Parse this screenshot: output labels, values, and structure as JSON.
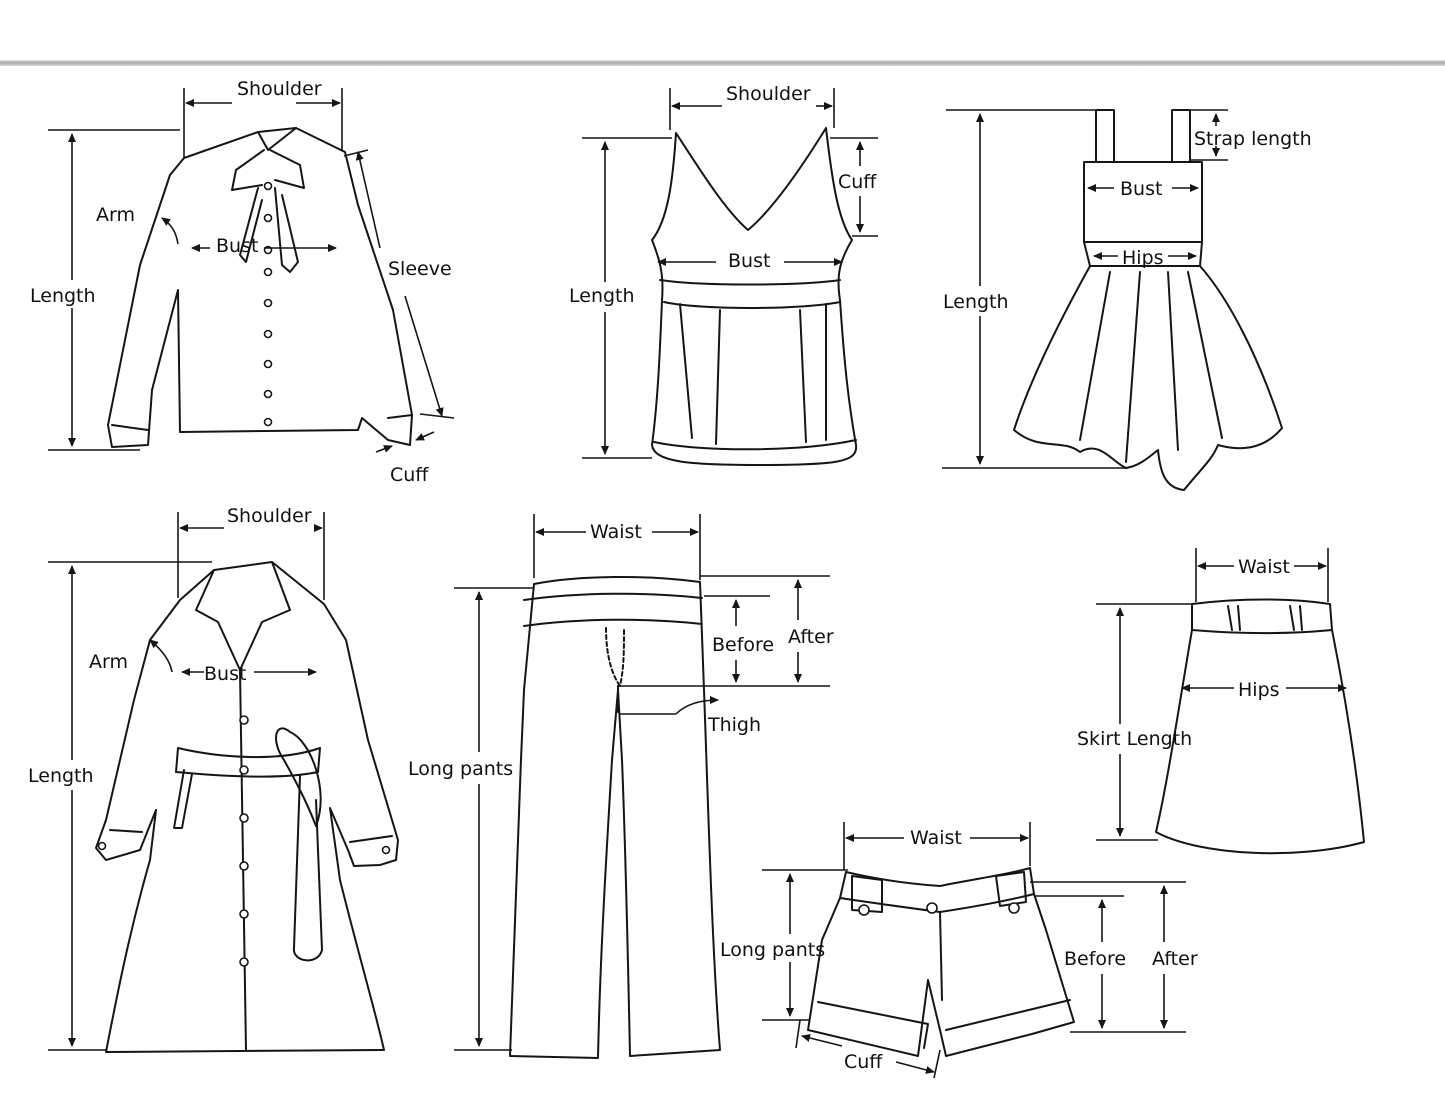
{
  "labels": {
    "shirt_shoulder": "Shoulder",
    "shirt_arm": "Arm",
    "shirt_bust": "Bust",
    "shirt_sleeve": "Sleeve",
    "shirt_length": "Length",
    "shirt_cuff": "Cuff",
    "vest_shoulder": "Shoulder",
    "vest_cuff": "Cuff",
    "vest_bust": "Bust",
    "vest_length": "Length",
    "dress_strap": "Strap length",
    "dress_bust": "Bust",
    "dress_hips": "Hips",
    "dress_length": "Length",
    "coat_shoulder": "Shoulder",
    "coat_arm": "Arm",
    "coat_bust": "Bust",
    "coat_length": "Length",
    "pants_waist": "Waist",
    "pants_before": "Before",
    "pants_after": "After",
    "pants_thigh": "Thigh",
    "pants_long": "Long pants",
    "skirt_waist": "Waist",
    "skirt_hips": "Hips",
    "skirt_length": "Skirt Length",
    "shorts_waist": "Waist",
    "shorts_long": "Long pants",
    "shorts_before": "Before",
    "shorts_after": "After",
    "shorts_cuff": "Cuff"
  }
}
